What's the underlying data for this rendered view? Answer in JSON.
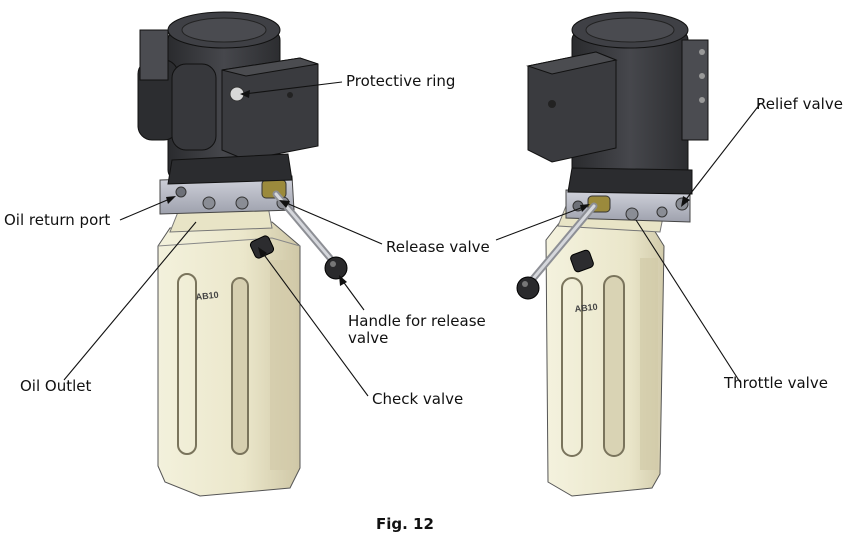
{
  "figure": {
    "caption": "Fig. 12",
    "labels": {
      "protective_ring": "Protective ring",
      "oil_return_port": "Oil return port",
      "release_valve": "Release valve",
      "handle_release_valve": "Handle for release valve",
      "oil_outlet": "Oil Outlet",
      "check_valve": "Check valve",
      "relief_valve": "Relief valve",
      "throttle_valve": "Throttle valve"
    },
    "tank_marking": "AB10"
  },
  "colors": {
    "motor_dark": "#2f3033",
    "motor_mid": "#3d3e42",
    "block_silver": "#b7b9c4",
    "tank_cream": "#ece9cf",
    "tank_shadow": "#d8d2b6"
  }
}
